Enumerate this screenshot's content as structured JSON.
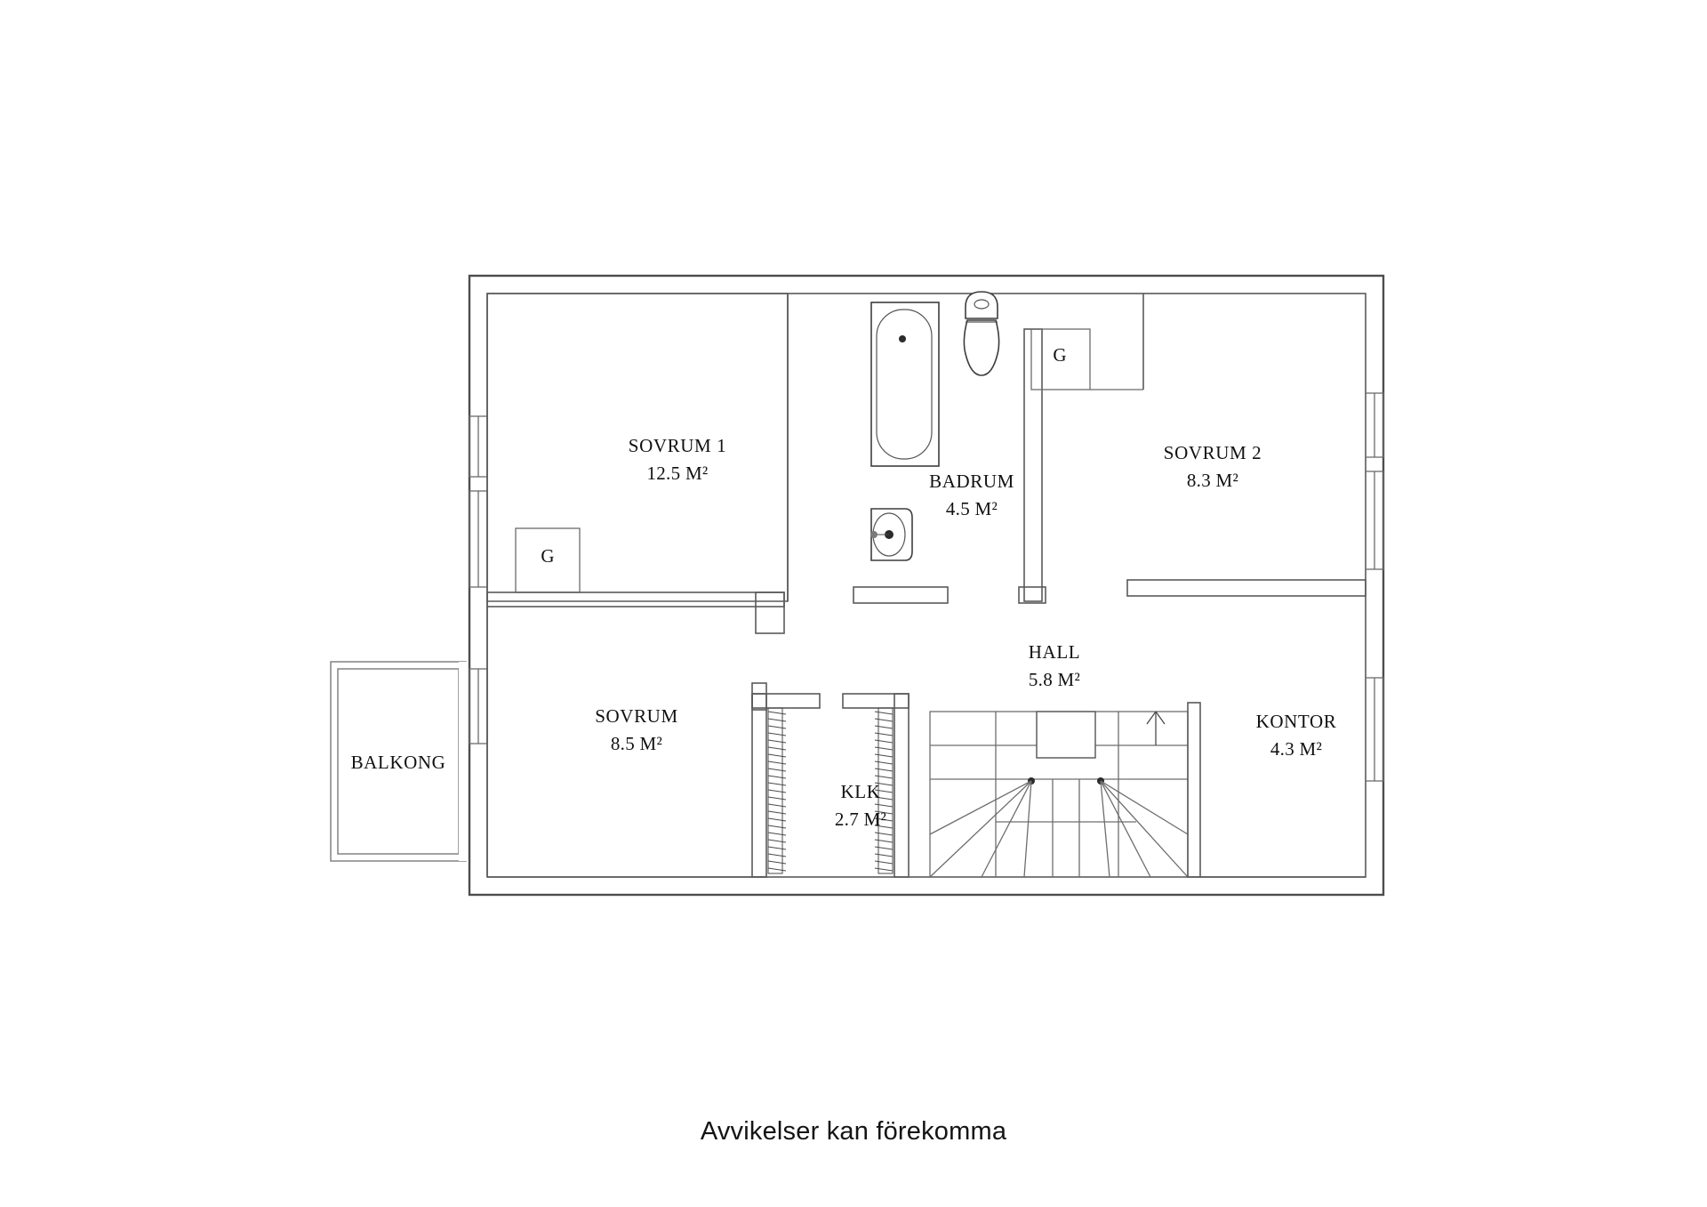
{
  "plan": {
    "title_caption": "Avvikelser kan förekomma",
    "rooms": [
      {
        "id": "sovrum1",
        "label": "SOVRUM 1",
        "area": "12.5 M²"
      },
      {
        "id": "badrum",
        "label": "BADRUM",
        "area": "4.5 M²"
      },
      {
        "id": "sovrum2",
        "label": "SOVRUM 2",
        "area": "8.3 M²"
      },
      {
        "id": "hall",
        "label": "HALL",
        "area": "5.8 M²"
      },
      {
        "id": "sovrum3",
        "label": "SOVRUM",
        "area": "8.5 M²"
      },
      {
        "id": "klk",
        "label": "KLK",
        "area": "2.7 M²"
      },
      {
        "id": "kontor",
        "label": "KONTOR",
        "area": "4.3 M²"
      },
      {
        "id": "balkong",
        "label": "BALKONG",
        "area": ""
      }
    ],
    "closets": [
      {
        "id": "closet_left",
        "letter": "G"
      },
      {
        "id": "closet_right",
        "letter": "G"
      }
    ],
    "fixtures": [
      {
        "id": "bathtub",
        "name": "bathtub"
      },
      {
        "id": "toilet",
        "name": "toilet"
      },
      {
        "id": "sink",
        "name": "sink"
      },
      {
        "id": "stairs",
        "name": "staircase"
      }
    ],
    "colors": {
      "wall": "#4d4d4d",
      "fixture": "#3d3d3d",
      "text": "#111111",
      "background": "#ffffff"
    }
  }
}
